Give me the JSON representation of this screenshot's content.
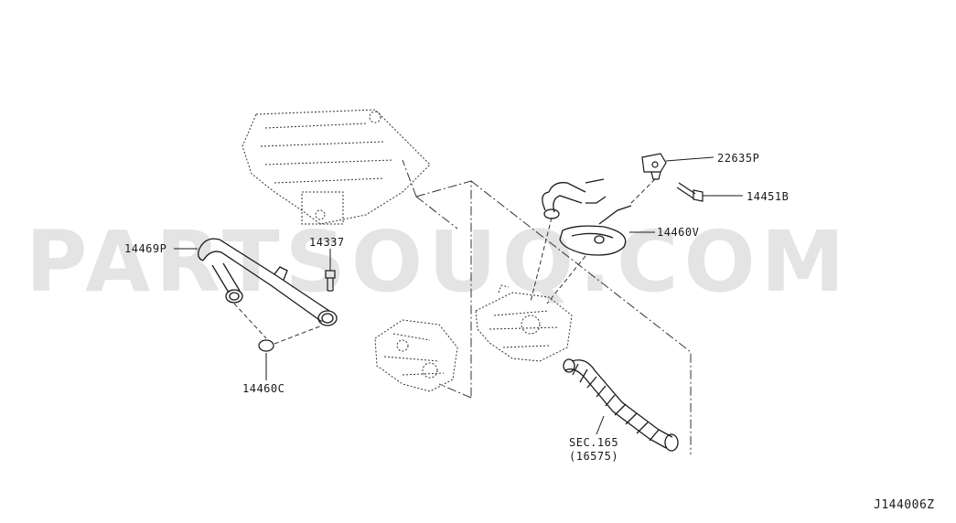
{
  "watermark": "PARTSOUQ.COM",
  "diagram_code": "J144006Z",
  "callouts": {
    "p22635P": "22635P",
    "p14451B": "14451B",
    "p14460V": "14460V",
    "p14469P": "14469P",
    "p14337": "14337",
    "p14460C": "14460C",
    "sec_line1": "SEC.165",
    "sec_line2": "(16575)"
  },
  "colors": {
    "line": "#1a1a1a",
    "dash": "#333333",
    "watermark": "#e4e4e4"
  }
}
